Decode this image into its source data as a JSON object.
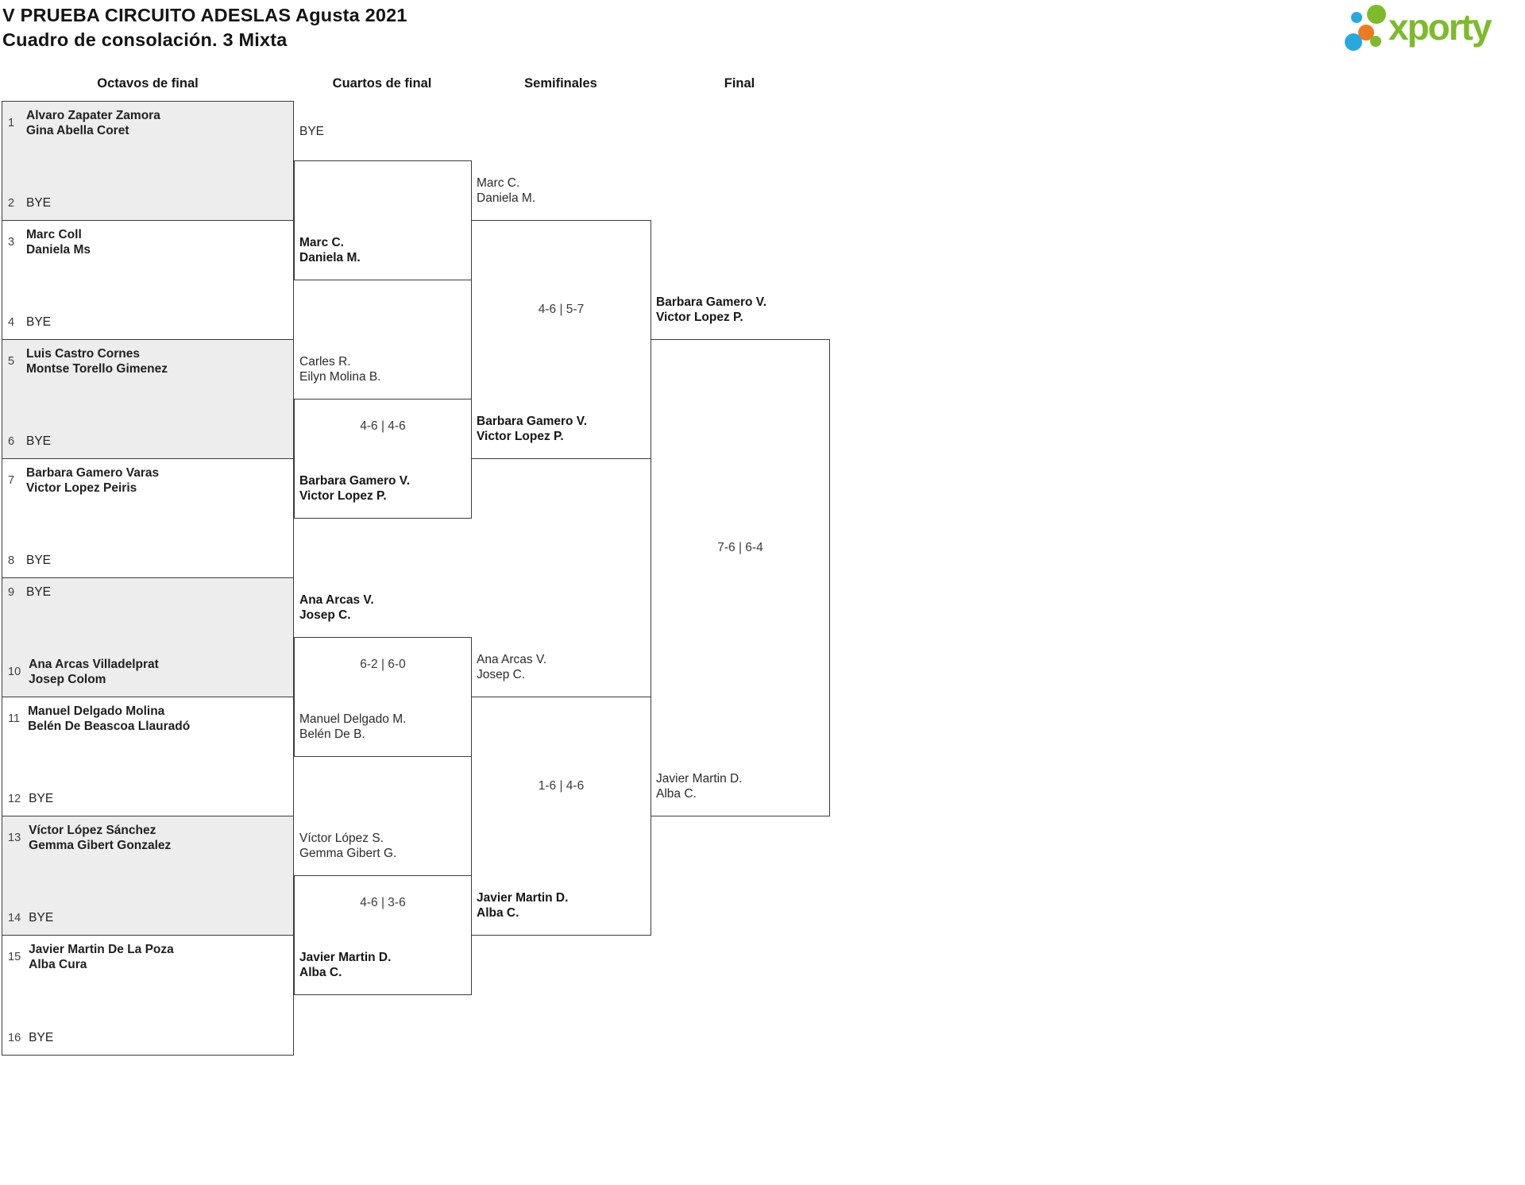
{
  "page": {
    "title": "V PRUEBA CIRCUITO ADESLAS Agusta 2021",
    "subtitle": "Cuadro de consolación. 3 Mixta"
  },
  "logo": {
    "text": "xporty",
    "colors": {
      "green": "#7DBB2B",
      "blue": "#29A8E0",
      "orange": "#EC7A23"
    }
  },
  "round_headers": [
    "Octavos de final",
    "Cuartos de final",
    "Semifinales",
    "Final"
  ],
  "octavos": [
    {
      "top": {
        "seed": "1",
        "line1": "Alvaro Zapater Zamora",
        "line2": "Gina Abella Coret",
        "bold": true
      },
      "bottom": {
        "seed": "2",
        "line1": "BYE",
        "line2": "",
        "bold": false
      }
    },
    {
      "top": {
        "seed": "3",
        "line1": "Marc Coll",
        "line2": "Daniela Ms",
        "bold": true
      },
      "bottom": {
        "seed": "4",
        "line1": "BYE",
        "line2": "",
        "bold": false
      }
    },
    {
      "top": {
        "seed": "5",
        "line1": "Luis Castro Cornes",
        "line2": "Montse Torello Gimenez",
        "bold": true
      },
      "bottom": {
        "seed": "6",
        "line1": "BYE",
        "line2": "",
        "bold": false
      }
    },
    {
      "top": {
        "seed": "7",
        "line1": "Barbara Gamero Varas",
        "line2": "Victor Lopez Peiris",
        "bold": true
      },
      "bottom": {
        "seed": "8",
        "line1": "BYE",
        "line2": "",
        "bold": false
      }
    },
    {
      "top": {
        "seed": "9",
        "line1": "BYE",
        "line2": "",
        "bold": false
      },
      "bottom": {
        "seed": "10",
        "line1": "Ana Arcas Villadelprat",
        "line2": "Josep Colom",
        "bold": true
      }
    },
    {
      "top": {
        "seed": "11",
        "line1": "Manuel Delgado Molina",
        "line2": "Belén De Beascoa Llauradó",
        "bold": true
      },
      "bottom": {
        "seed": "12",
        "line1": "BYE",
        "line2": "",
        "bold": false
      }
    },
    {
      "top": {
        "seed": "13",
        "line1": "Víctor López Sánchez",
        "line2": "Gemma Gibert Gonzalez",
        "bold": true
      },
      "bottom": {
        "seed": "14",
        "line1": "BYE",
        "line2": "",
        "bold": false
      }
    },
    {
      "top": {
        "seed": "15",
        "line1": "Javier Martin De La Poza",
        "line2": "Alba Cura",
        "bold": true
      },
      "bottom": {
        "seed": "16",
        "line1": "BYE",
        "line2": "",
        "bold": false
      }
    }
  ],
  "cuartos": [
    {
      "top": {
        "line1": "BYE",
        "line2": "",
        "bold": false
      },
      "bottom": {
        "line1": "Marc C.",
        "line2": "Daniela M.",
        "bold": true
      },
      "score": "",
      "winner": "bottom"
    },
    {
      "top": {
        "line1": "Carles R.",
        "line2": "Eilyn Molina B.",
        "bold": false
      },
      "bottom": {
        "line1": "Barbara Gamero V.",
        "line2": "Victor Lopez P.",
        "bold": true
      },
      "score": "4-6 | 4-6",
      "winner": "bottom"
    },
    {
      "top": {
        "line1": "Ana Arcas V.",
        "line2": "Josep C.",
        "bold": true
      },
      "bottom": {
        "line1": "Manuel Delgado M.",
        "line2": "Belén De B.",
        "bold": false
      },
      "score": "6-2 | 6-0",
      "winner": "top"
    },
    {
      "top": {
        "line1": "Víctor López S.",
        "line2": "Gemma Gibert G.",
        "bold": false
      },
      "bottom": {
        "line1": "Javier Martin D.",
        "line2": "Alba C.",
        "bold": true
      },
      "score": "4-6 | 3-6",
      "winner": "bottom"
    }
  ],
  "semifinales": [
    {
      "top": {
        "line1": "Marc C.",
        "line2": "Daniela M.",
        "bold": false
      },
      "bottom": {
        "line1": "Barbara Gamero V.",
        "line2": "Victor Lopez P.",
        "bold": true
      },
      "score": "4-6 | 5-7",
      "winner": "bottom"
    },
    {
      "top": {
        "line1": "Ana Arcas V.",
        "line2": "Josep C.",
        "bold": false
      },
      "bottom": {
        "line1": "Javier Martin D.",
        "line2": "Alba C.",
        "bold": true
      },
      "score": "1-6 | 4-6",
      "winner": "bottom"
    }
  ],
  "final": {
    "top": {
      "line1": "Barbara Gamero V.",
      "line2": "Victor Lopez P.",
      "bold": true
    },
    "bottom": {
      "line1": "Javier Martin D.",
      "line2": "Alba C.",
      "bold": false
    },
    "score": "7-6 | 6-4",
    "winner": "top"
  }
}
